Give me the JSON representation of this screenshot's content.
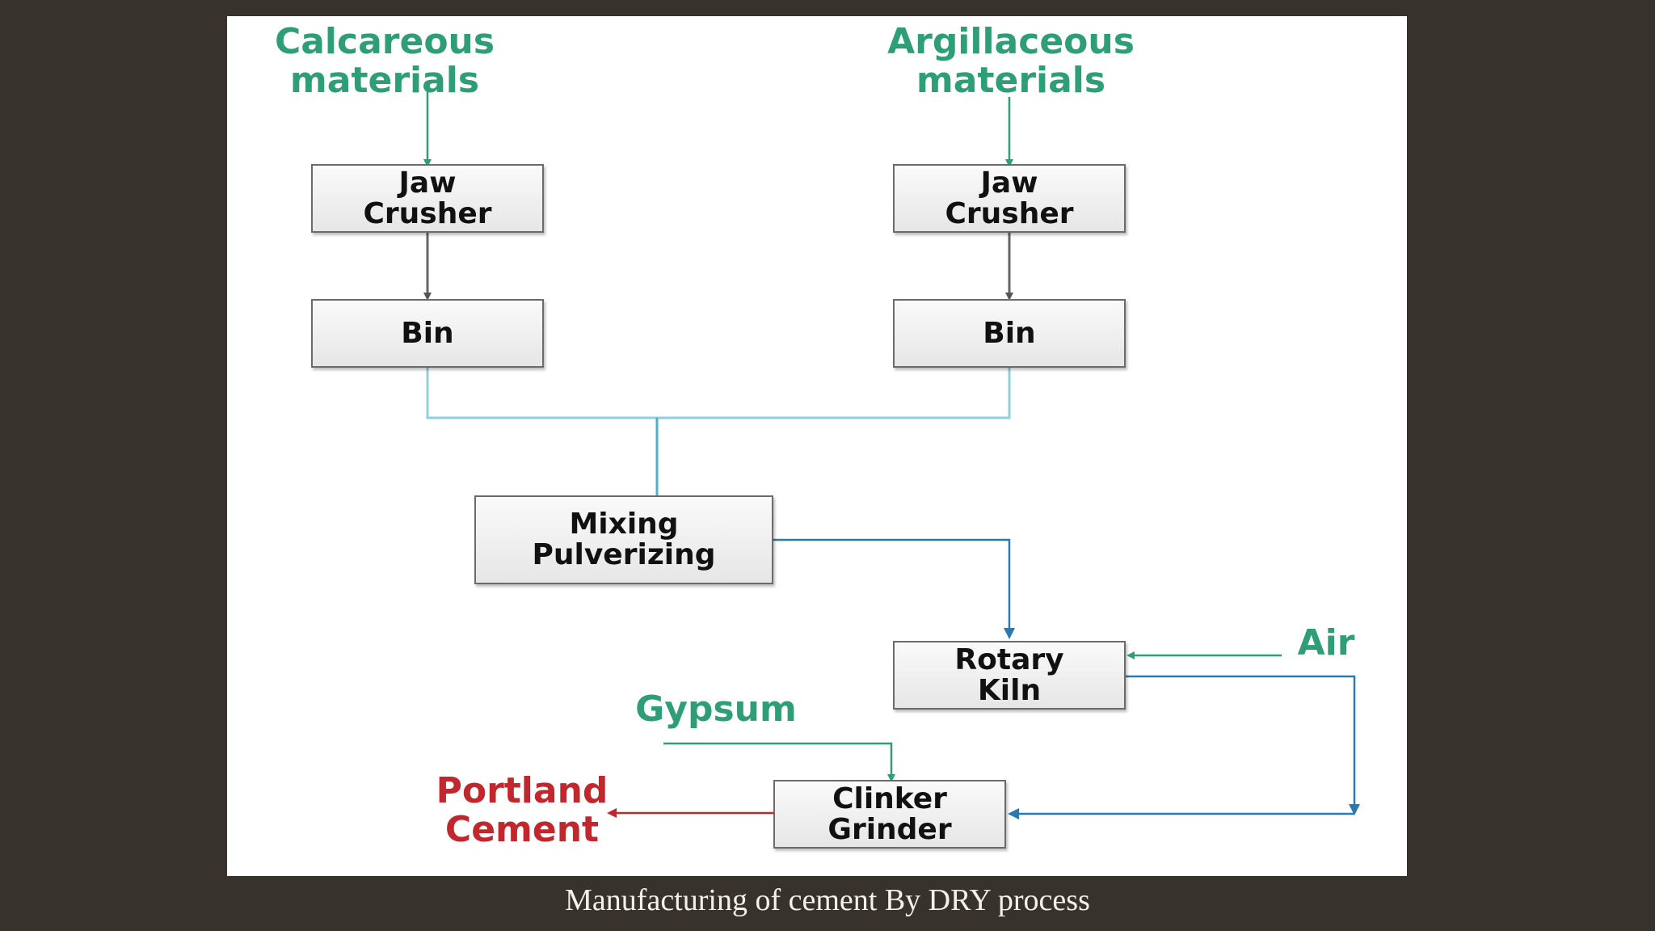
{
  "diagram": {
    "sources": {
      "left": "Calcareous\nmaterials",
      "right": "Argillaceous\nmaterials"
    },
    "boxes": {
      "jaw_left": "Jaw\nCrusher",
      "jaw_right": "Jaw\nCrusher",
      "bin_left": "Bin",
      "bin_right": "Bin",
      "mixing": "Mixing\nPulverizing",
      "kiln": "Rotary\nKiln",
      "grinder": "Clinker\nGrinder"
    },
    "inputs": {
      "air": "Air",
      "gypsum": "Gypsum"
    },
    "output": "Portland\nCement"
  },
  "caption": "Manufacturing of cement By DRY process",
  "colors": {
    "green_text": "#2e9e76",
    "red_text": "#c1272d",
    "gray_arrow": "#666666",
    "teal_line": "#6bbccf",
    "blue_line": "#2a7ab0",
    "background": "#37332c"
  }
}
